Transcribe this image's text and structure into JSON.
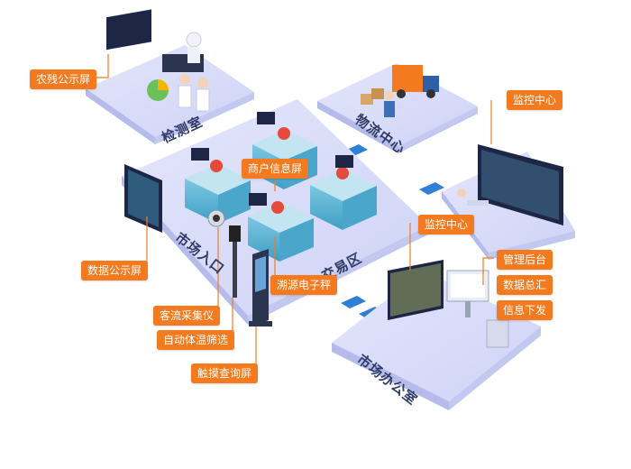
{
  "zones": {
    "inspection": "检测室",
    "logistics": "物流中心",
    "market_entrance": "市场入口",
    "trading_area": "交易区",
    "market_office": "市场办公室"
  },
  "callouts": {
    "pesticide_residue_screen": "农残公示屏",
    "monitoring_center_top": "监控中心",
    "merchant_info_screen": "商户信息屏",
    "data_public_screen": "数据公示屏",
    "traceability_scale": "溯源电子秤",
    "monitoring_center_office": "监控中心",
    "management_backend": "管理后台",
    "data_summary": "数据总汇",
    "info_distribution": "信息下发",
    "customer_flow_counter": "客流采集仪",
    "auto_temperature_screening": "自动体温筛选",
    "touch_query_screen": "触摸查询屏"
  },
  "colors": {
    "accent": "#f47a1f",
    "platform": "#d9dcf8",
    "platform_edge": "#b8bdee",
    "label_text": "#2f3a66",
    "booth": "#5fb7d6",
    "screen": "#1d2745"
  }
}
